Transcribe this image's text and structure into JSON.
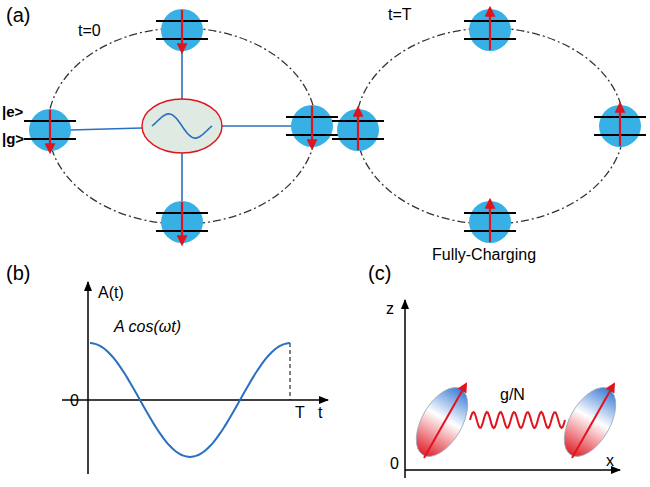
{
  "diagram": {
    "labels": [
      "(a)",
      "t=0",
      "t=T",
      "|e>",
      "|g>",
      "Fully-Charging",
      "(b)",
      "A(t)",
      "A cos(ωt)",
      "0",
      "t",
      "T",
      "(c)",
      "z",
      "g/N",
      "0",
      "x"
    ]
  }
}
